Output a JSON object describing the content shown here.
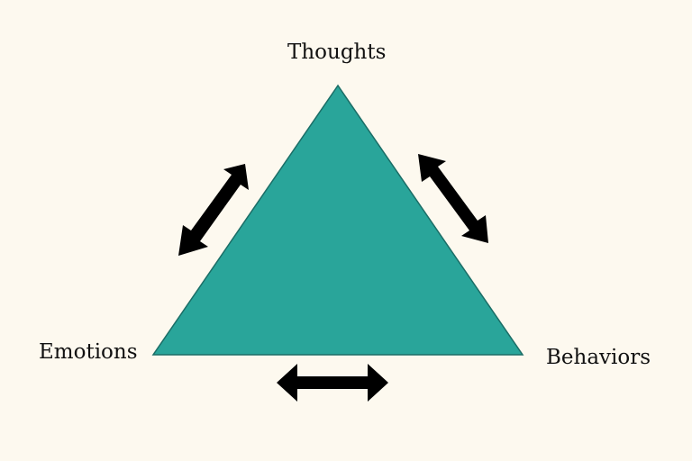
{
  "diagram": {
    "nodes": {
      "top": "Thoughts",
      "left": "Emotions",
      "right": "Behaviors"
    },
    "colors": {
      "background": "#fdf9ef",
      "triangle_fill": "#29a59a",
      "triangle_stroke": "#1b6d66",
      "arrow": "#000000",
      "text": "#111111"
    },
    "arrows": [
      {
        "from": "Thoughts",
        "to": "Emotions",
        "type": "bidirectional"
      },
      {
        "from": "Thoughts",
        "to": "Behaviors",
        "type": "bidirectional"
      },
      {
        "from": "Emotions",
        "to": "Behaviors",
        "type": "bidirectional"
      }
    ]
  }
}
